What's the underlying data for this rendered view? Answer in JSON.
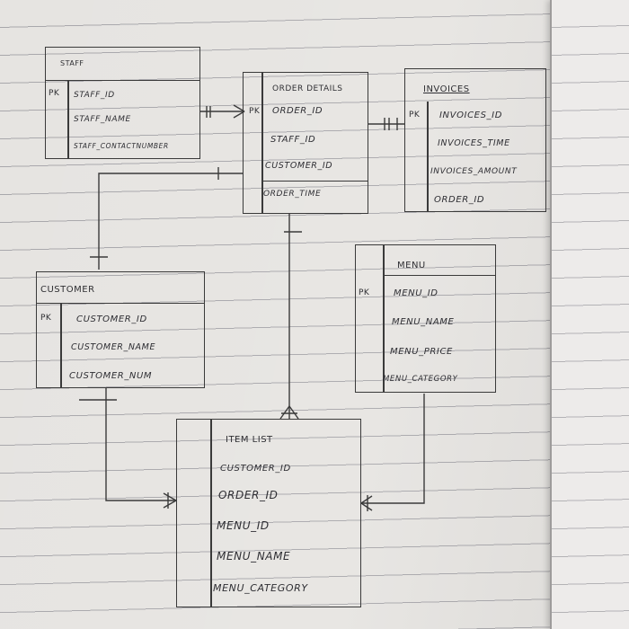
{
  "tables": {
    "staff": {
      "title": "STAFF",
      "pk": "PK",
      "attributes": [
        "STAFF_ID",
        "STAFF_NAME",
        "STAFF_CONTACTNUMBER"
      ]
    },
    "order_details": {
      "title": "ORDER DETAILS",
      "pk": "PK",
      "attributes": [
        "ORDER_ID",
        "STAFF_ID",
        "CUSTOMER_ID",
        "ORDER_TIME"
      ]
    },
    "invoices": {
      "title": "INVOICES",
      "pk": "PK",
      "attributes": [
        "INVOICES_ID",
        "INVOICES_TIME",
        "INVOICES_AMOUNT",
        "ORDER_ID"
      ]
    },
    "menu": {
      "title": "MENU",
      "pk": "PK",
      "attributes": [
        "MENU_ID",
        "MENU_NAME",
        "MENU_PRICE",
        "MENU_CATEGORY"
      ]
    },
    "customer": {
      "title": "CUSTOMER",
      "pk": "PK",
      "attributes": [
        "CUSTOMER_ID",
        "CUSTOMER_NAME",
        "CUSTOMER_NUM"
      ]
    },
    "item_list": {
      "title": "ITEM LIST",
      "attributes": [
        "CUSTOMER_ID",
        "ORDER_ID",
        "MENU_ID",
        "MENU_NAME",
        "MENU_CATEGORY"
      ]
    }
  },
  "colors": {
    "paper": "#e6e4e1",
    "ink": "#2e2e33",
    "rule_line": "#a8a7ab"
  }
}
